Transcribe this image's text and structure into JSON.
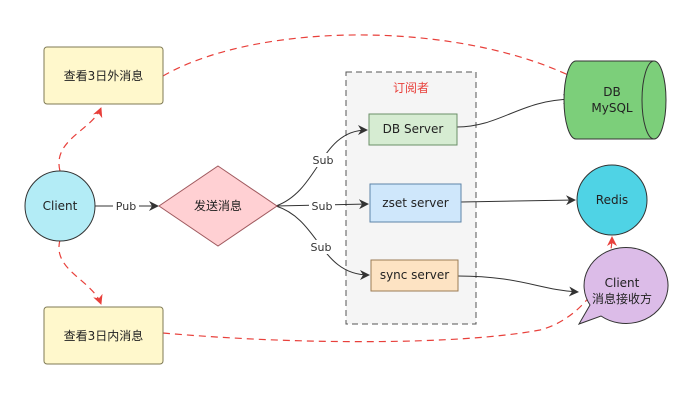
{
  "nodes": {
    "query_outside_3d": "查看3日外消息",
    "query_within_3d": "查看3日内消息",
    "client": "Client",
    "send_message": "发送消息",
    "subscriber_group": "订阅者",
    "db_server": "DB Server",
    "zset_server": "zset server",
    "sync_server": "sync server",
    "db_line1": "DB",
    "db_line2": "MySQL",
    "redis": "Redis",
    "receiver_line1": "Client",
    "receiver_line2": "消息接收方"
  },
  "edges": {
    "pub": "Pub",
    "sub_db": "Sub",
    "sub_zset": "Sub",
    "sub_sync": "Sub"
  },
  "colors": {
    "dashed_red": "#e8403b",
    "line": "#333333",
    "yellow_fill": "#fff8cc",
    "yellow_stroke": "#7f7a55",
    "client_fill": "#b3ecf6",
    "diamond_fill": "#ffd0d3",
    "green_fill": "#d6ecd2",
    "blue_fill": "#cfe7fb",
    "orange_fill": "#fde3c3",
    "db_fill": "#7ccf7a",
    "redis_fill": "#4fd3e5",
    "receiver_fill": "#dcbce8"
  }
}
